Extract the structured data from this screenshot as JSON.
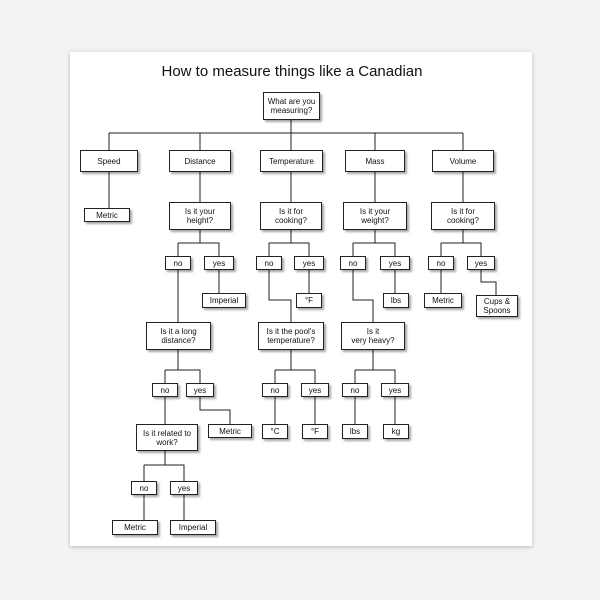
{
  "title": "How to measure things like a Canadian",
  "nodes": {
    "root": "What are you\nmeasuring?",
    "speed": "Speed",
    "distance": "Distance",
    "temperature": "Temperature",
    "mass": "Mass",
    "volume": "Volume",
    "speed_metric": "Metric",
    "dist_q_height": "Is it your\nheight?",
    "dist_h_no": "no",
    "dist_h_yes": "yes",
    "dist_imperial": "Imperial",
    "dist_q_long": "Is it a long\ndistance?",
    "dist_l_no": "no",
    "dist_l_yes": "yes",
    "dist_metric": "Metric",
    "dist_q_work": "Is it related to\nwork?",
    "dist_w_no": "no",
    "dist_w_yes": "yes",
    "dist_w_metric": "Metric",
    "dist_w_imperial": "Imperial",
    "temp_q_cooking": "Is it for\ncooking?",
    "temp_c_no": "no",
    "temp_c_yes": "yes",
    "temp_f1": "°F",
    "temp_q_pool": "Is it the pool's\ntemperature?",
    "temp_p_no": "no",
    "temp_p_yes": "yes",
    "temp_c": "°C",
    "temp_f2": "°F",
    "mass_q_weight": "Is it your\nweight?",
    "mass_w_no": "no",
    "mass_w_yes": "yes",
    "mass_lbs1": "lbs",
    "mass_q_heavy": "Is it\nvery heavy?",
    "mass_h_no": "no",
    "mass_h_yes": "yes",
    "mass_lbs2": "lbs",
    "mass_kg": "kg",
    "vol_q_cooking": "Is it for\ncooking?",
    "vol_c_no": "no",
    "vol_c_yes": "yes",
    "vol_metric": "Metric",
    "vol_cups": "Cups &\nSpoons"
  }
}
